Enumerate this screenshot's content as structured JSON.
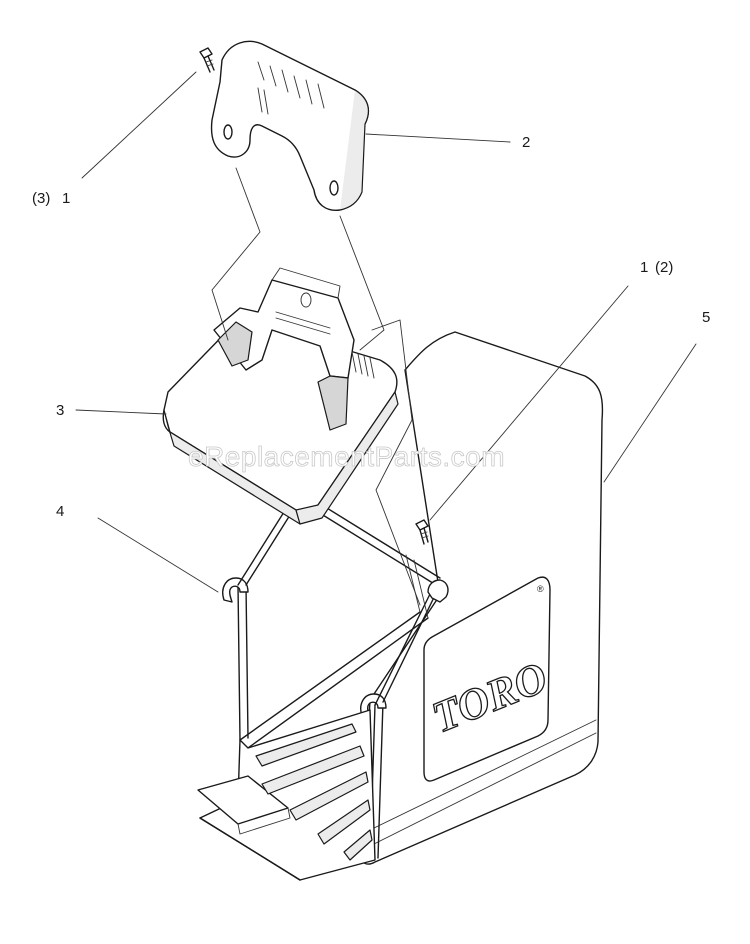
{
  "callouts": {
    "part_1_top": {
      "qty": "(3)",
      "num": "1"
    },
    "part_2": {
      "num": "2"
    },
    "part_1_right": {
      "num": "1",
      "qty": "(2)"
    },
    "part_3": {
      "num": "3"
    },
    "part_4": {
      "num": "4"
    },
    "part_5": {
      "num": "5"
    }
  },
  "bag": {
    "brand_text": "TORO",
    "registered_mark": "®"
  },
  "watermark": "eReplacementParts.com",
  "colors": {
    "line": "#1a1a1a",
    "panel_fill": "#ececec",
    "watermark_stroke": "#c8c8c8"
  }
}
